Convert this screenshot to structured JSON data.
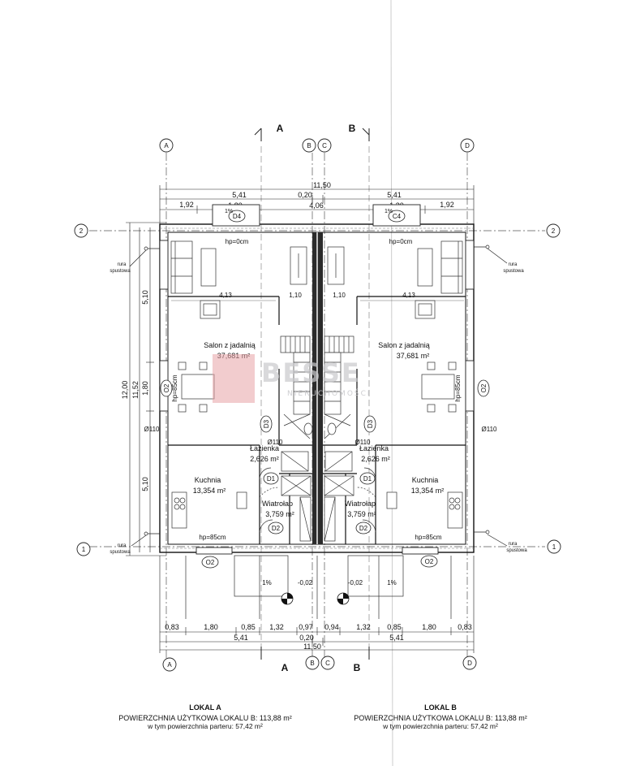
{
  "grid": {
    "A": "A",
    "B": "B",
    "C": "C",
    "D": "D",
    "r1": "1",
    "r2": "2"
  },
  "sections": {
    "a": "A",
    "b": "B"
  },
  "dims_top": {
    "total": "11,50",
    "half_l": "5,41",
    "mid": "0,20",
    "half_r": "5,41",
    "tl1": "1,92",
    "tl2": "1,80",
    "tc": "4,06",
    "tr1": "1,30",
    "tr2": "1,92"
  },
  "dims_bottom": {
    "b1": "0,83",
    "b2": "1,80",
    "b3": "0,85",
    "b4": "1,32",
    "b5": "0,97",
    "b6": "0,94",
    "b7": "1,32",
    "b8": "0,85",
    "b9": "1,80",
    "b10": "0,83",
    "half_l": "5,41",
    "mid": "0,20",
    "half_r": "5,41",
    "total": "11,50"
  },
  "dims_side": {
    "total": "12,00",
    "inner": "11,52",
    "top": "5,10",
    "mid": "1,80",
    "bot": "5,10"
  },
  "dims_inner": {
    "l413": "4,13",
    "l110": "1,10",
    "r110": "1,10",
    "r413": "4,13"
  },
  "windows": {
    "d4": "D4",
    "c4": "C4",
    "o2": "O2",
    "d3": "D3",
    "d1": "D1",
    "d2": "D2",
    "slope": "1%"
  },
  "tags": {
    "hp0": "hp=0cm",
    "hp85": "hp=85cm",
    "pipe": "Ø110",
    "rura1": "rura",
    "rura2": "spustowa",
    "level": "-0,02",
    "slope": "1%"
  },
  "rooms": {
    "salon": "Salon z jadalnią",
    "salon_area": "37,681 m²",
    "lazienka": "Łazienka",
    "lazienka_area": "2,626 m²",
    "kuchnia": "Kuchnia",
    "kuchnia_area": "13,354 m²",
    "wiatrolap": "Wiatrołap",
    "wiatrolap_area": "3,759 m²"
  },
  "watermark": {
    "text": "BESSE",
    "sub": "NIERUCHOMOŚCI"
  },
  "caption_a": {
    "title": "LOKAL A",
    "line1": "POWIERZCHNIA UŻYTKOWA LOKALU B: 113,88 m²",
    "line2": "w tym powierzchnia parteru: 57,42 m²"
  },
  "caption_b": {
    "title": "LOKAL B",
    "line1": "POWIERZCHNIA UŻYTKOWA LOKALU B: 113,88 m²",
    "line2": "w tym powierzchnia parteru: 57,42 m²"
  }
}
